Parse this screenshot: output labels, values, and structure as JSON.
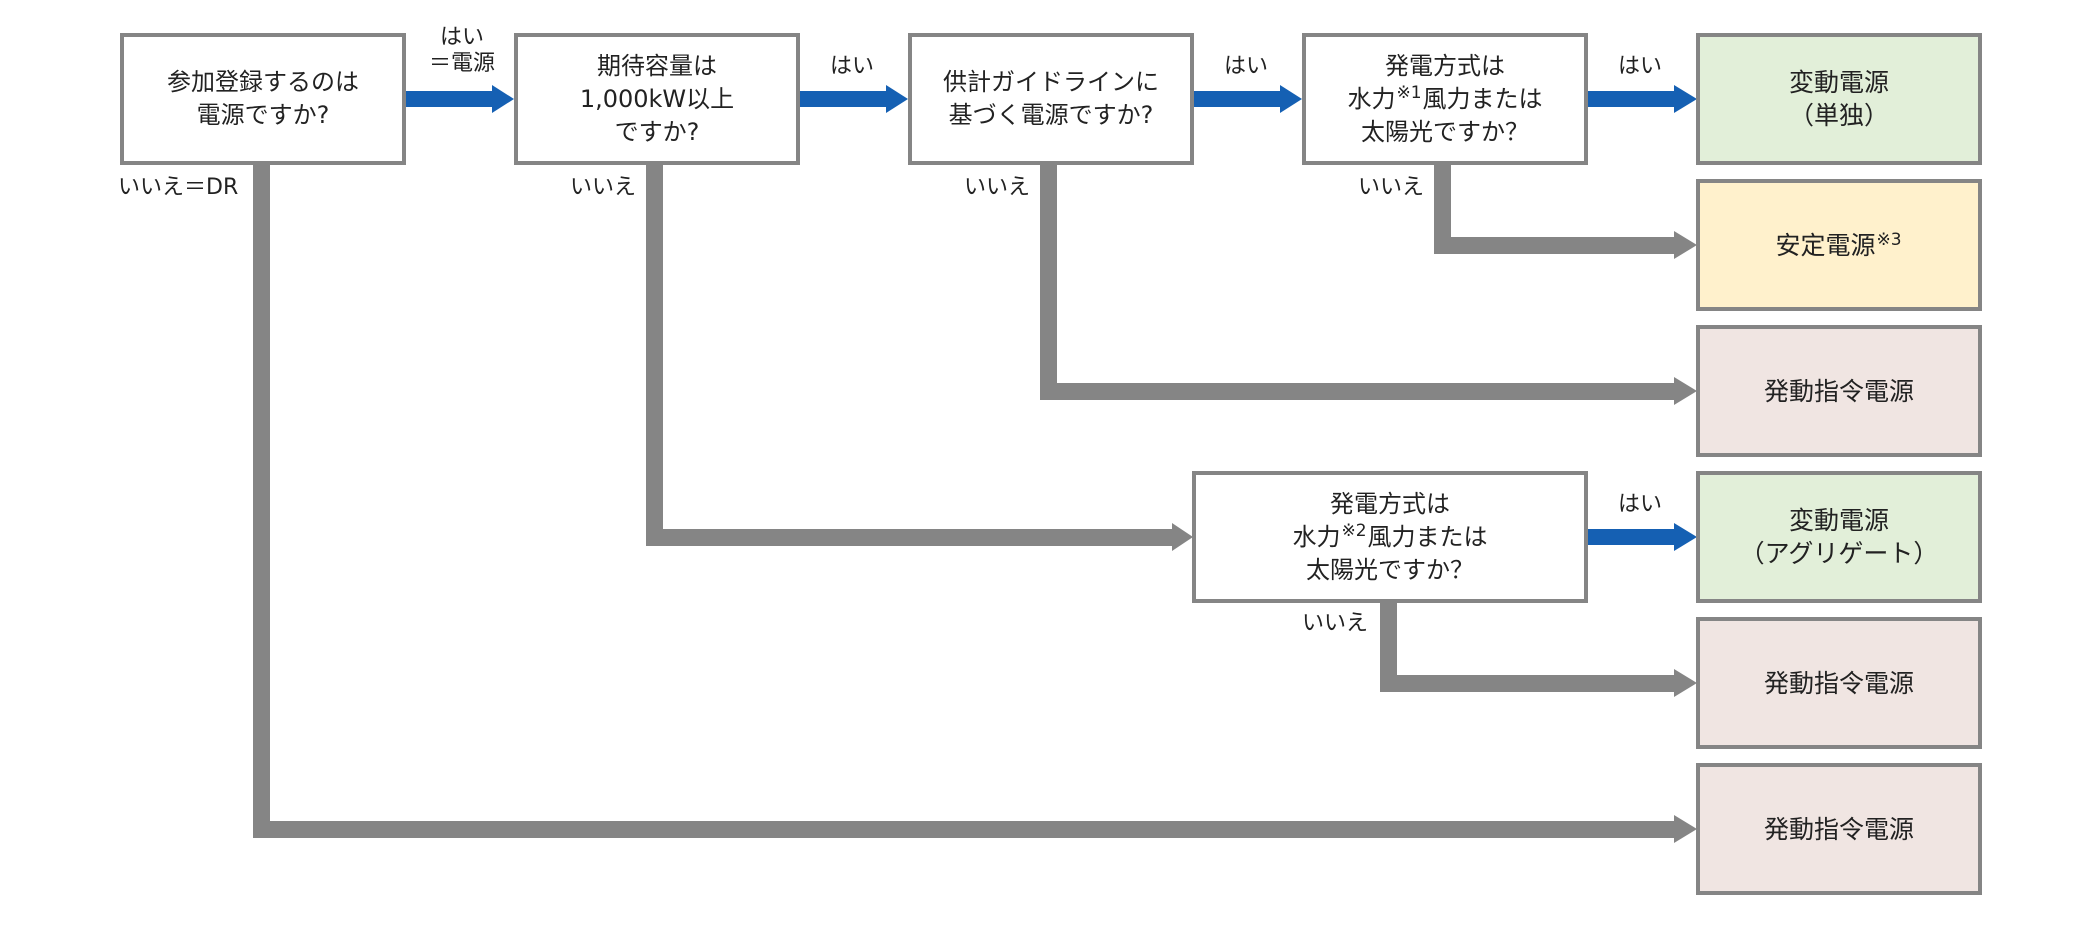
{
  "questions": {
    "q1": {
      "line1": "参加登録するのは",
      "line2": "電源ですか?"
    },
    "q2": {
      "line1": "期待容量は",
      "line2": "1,000kW以上",
      "line3": "ですか?"
    },
    "q3": {
      "line1": "供計ガイドラインに",
      "line2": "基づく電源ですか?"
    },
    "q4": {
      "line1": "発電方式は",
      "line2a": "水力",
      "note": "※1",
      "line2b": "風力または",
      "line3": "太陽光ですか？"
    },
    "q5": {
      "line1": "発電方式は",
      "line2a": "水力",
      "note": "※2",
      "line2b": "風力または",
      "line3": "太陽光ですか？"
    }
  },
  "results": {
    "r1": {
      "line1": "変動電源",
      "line2": "（単独）"
    },
    "r2": {
      "text": "安定電源",
      "note": "※3"
    },
    "r3": {
      "text": "発動指令電源"
    },
    "r4": {
      "line1": "変動電源",
      "line2": "（アグリゲート）"
    },
    "r5": {
      "text": "発動指令電源"
    },
    "r6": {
      "text": "発動指令電源"
    }
  },
  "labels": {
    "q1_yes_line1": "はい",
    "q1_yes_line2": "＝電源",
    "q1_no": "いいえ＝DR",
    "q2_yes": "はい",
    "q2_no": "いいえ",
    "q3_yes": "はい",
    "q3_no": "いいえ",
    "q4_yes": "はい",
    "q4_no": "いいえ",
    "q5_yes": "はい",
    "q5_no": "いいえ"
  },
  "colors": {
    "yes_arrow": "#1560b3",
    "no_arrow": "#858585",
    "box_border": "#858585",
    "result_green": "#e2efd9",
    "result_yellow": "#fff1cc",
    "result_pink": "#f0e5e2"
  }
}
